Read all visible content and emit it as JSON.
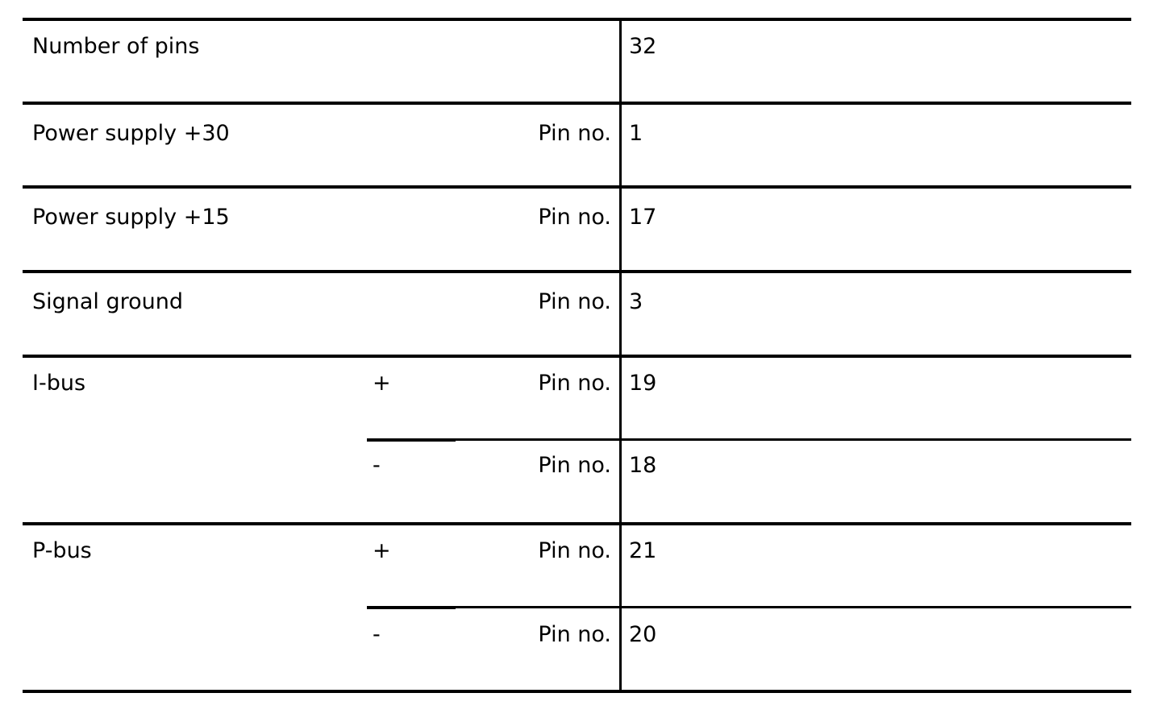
{
  "table": {
    "column_roles": [
      "parameter",
      "polarity",
      "pin-label",
      "value"
    ],
    "rows": [
      {
        "name": "Number of pins",
        "sign": "",
        "pin_label": "",
        "value": "32",
        "group": "",
        "sub": false
      },
      {
        "name": "Power supply +30",
        "sign": "",
        "pin_label": "Pin no.",
        "value": "1",
        "group": "",
        "sub": false
      },
      {
        "name": "Power supply +15",
        "sign": "",
        "pin_label": "Pin no.",
        "value": "17",
        "group": "",
        "sub": false
      },
      {
        "name": "Signal ground",
        "sign": "",
        "pin_label": "Pin no.",
        "value": "3",
        "group": "",
        "sub": false
      },
      {
        "name": "I-bus",
        "sign": "+",
        "pin_label": "Pin no.",
        "value": "19",
        "group": "I-bus",
        "sub": false
      },
      {
        "name": "",
        "sign": "-",
        "pin_label": "Pin no.",
        "value": "18",
        "group": "I-bus",
        "sub": true
      },
      {
        "name": "P-bus",
        "sign": "+",
        "pin_label": "Pin no.",
        "value": "21",
        "group": "P-bus",
        "sub": false
      },
      {
        "name": "",
        "sign": "-",
        "pin_label": "Pin no.",
        "value": "20",
        "group": "P-bus",
        "sub": true
      }
    ]
  },
  "style": {
    "rule_color": "#000000",
    "text_color": "#000000",
    "background": "#ffffff"
  }
}
